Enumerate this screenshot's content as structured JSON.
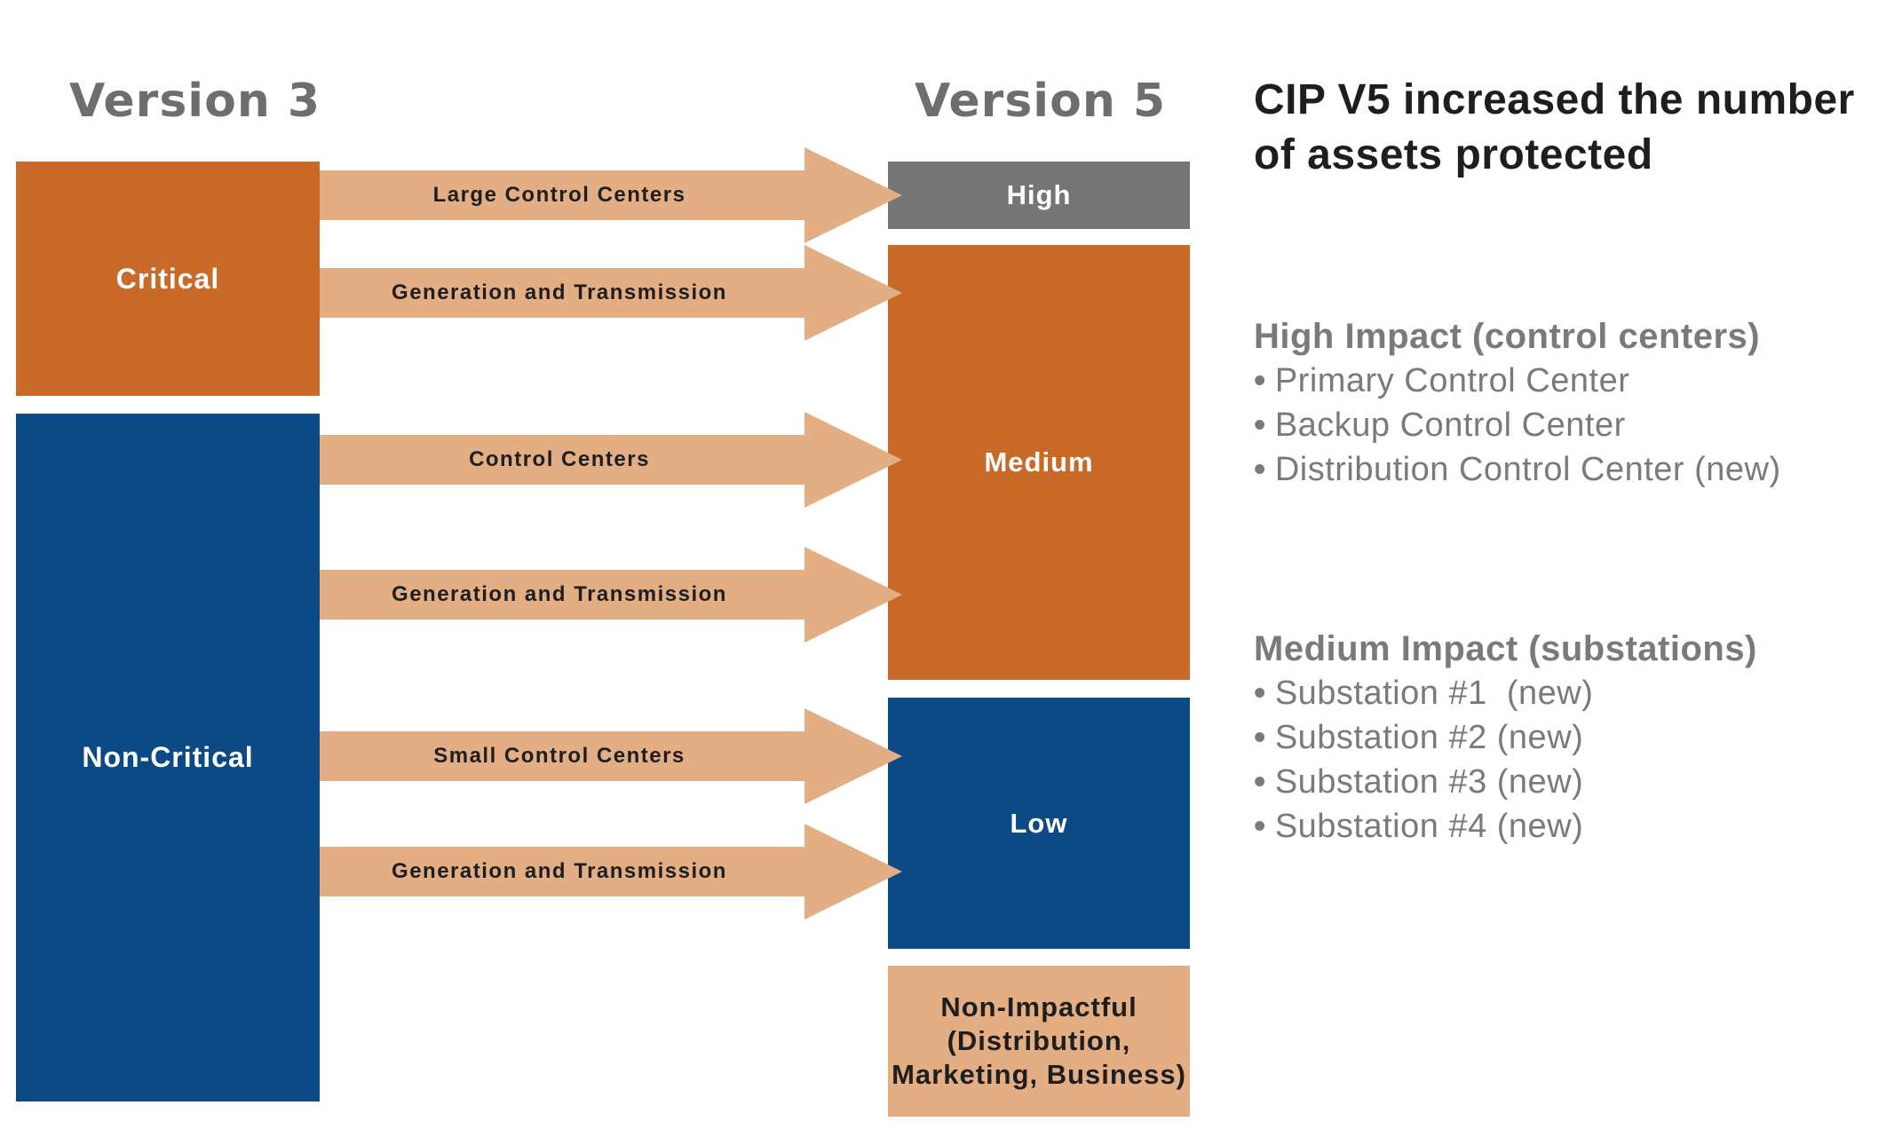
{
  "version3_heading": "Version 3",
  "version5_heading": "Version 5",
  "v3_boxes": {
    "critical": "Critical",
    "non_critical": "Non-Critical"
  },
  "v5_boxes": {
    "high": "High",
    "medium": "Medium",
    "low": "Low",
    "non_impactful": [
      "Non-Impactful",
      "(Distribution,",
      "Marketing, Business)"
    ]
  },
  "arrows": [
    "Large Control Centers",
    "Generation and Transmission",
    "Control Centers",
    "Generation and Transmission",
    "Small Control Centers",
    "Generation and Transmission"
  ],
  "right_panel": {
    "title": "CIP V5 increased the number of assets protected",
    "high_impact": {
      "heading": "High Impact (control centers)",
      "items": [
        "Primary Control Center",
        "Backup Control Center",
        "Distribution Control Center (new)"
      ]
    },
    "medium_impact": {
      "heading": "Medium Impact (substations)",
      "items": [
        "Substation #1  (new)",
        "Substation #2 (new)",
        "Substation #3 (new)",
        "Substation #4 (new)"
      ]
    }
  },
  "colors": {
    "critical_orange": "#c96a28",
    "noncritical_blue": "#0c4a86",
    "high_gray": "#757575",
    "arrow_peach": "#e3ae84",
    "heading_gray": "#6e6e6e"
  },
  "bullet_glyph": "•"
}
